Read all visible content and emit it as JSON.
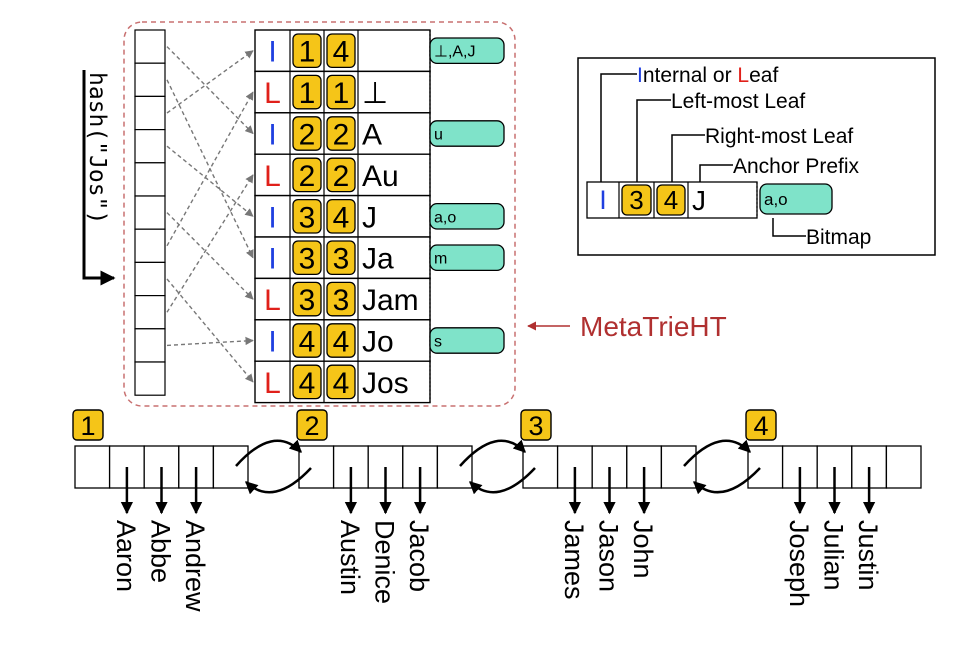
{
  "hash_label": "hash(\"Jos\")",
  "meta_label": "MetaTrieHT",
  "colors": {
    "internal": "#1f3fe0",
    "leaf": "#e0201a",
    "badge": "#f5c518",
    "bitmap": "#7fe3c9",
    "meta": "#b03030"
  },
  "trie_rows": [
    {
      "type": "I",
      "lmost": "1",
      "rmost": "4",
      "prefix": "",
      "bitmap": "⊥,A,J"
    },
    {
      "type": "L",
      "lmost": "1",
      "rmost": "1",
      "prefix": "⊥",
      "bitmap": null
    },
    {
      "type": "I",
      "lmost": "2",
      "rmost": "2",
      "prefix": "A",
      "bitmap": "u"
    },
    {
      "type": "L",
      "lmost": "2",
      "rmost": "2",
      "prefix": "Au",
      "bitmap": null
    },
    {
      "type": "I",
      "lmost": "3",
      "rmost": "4",
      "prefix": "J",
      "bitmap": "a,o"
    },
    {
      "type": "I",
      "lmost": "3",
      "rmost": "3",
      "prefix": "Ja",
      "bitmap": "m"
    },
    {
      "type": "L",
      "lmost": "3",
      "rmost": "3",
      "prefix": "Jam",
      "bitmap": null
    },
    {
      "type": "I",
      "lmost": "4",
      "rmost": "4",
      "prefix": "Jo",
      "bitmap": "s"
    },
    {
      "type": "L",
      "lmost": "4",
      "rmost": "4",
      "prefix": "Jos",
      "bitmap": null
    }
  ],
  "legend": {
    "internal_or_leaf": {
      "i": "I",
      "mid1": "nternal or ",
      "l": "L",
      "rest": "eaf"
    },
    "left_most": "Left-most Leaf",
    "right_most": "Right-most Leaf",
    "anchor": "Anchor Prefix",
    "bitmap": "Bitmap",
    "example": {
      "type": "I",
      "lmost": "3",
      "rmost": "4",
      "prefix": "J",
      "bitmap": "a,o"
    }
  },
  "leaves": [
    {
      "id": "1",
      "keys": [
        "Aaron",
        "Abbe",
        "Andrew"
      ]
    },
    {
      "id": "2",
      "keys": [
        "Austin",
        "Denice",
        "Jacob"
      ]
    },
    {
      "id": "3",
      "keys": [
        "James",
        "Jason",
        "John"
      ]
    },
    {
      "id": "4",
      "keys": [
        "Joseph",
        "Julian",
        "Justin"
      ]
    }
  ]
}
